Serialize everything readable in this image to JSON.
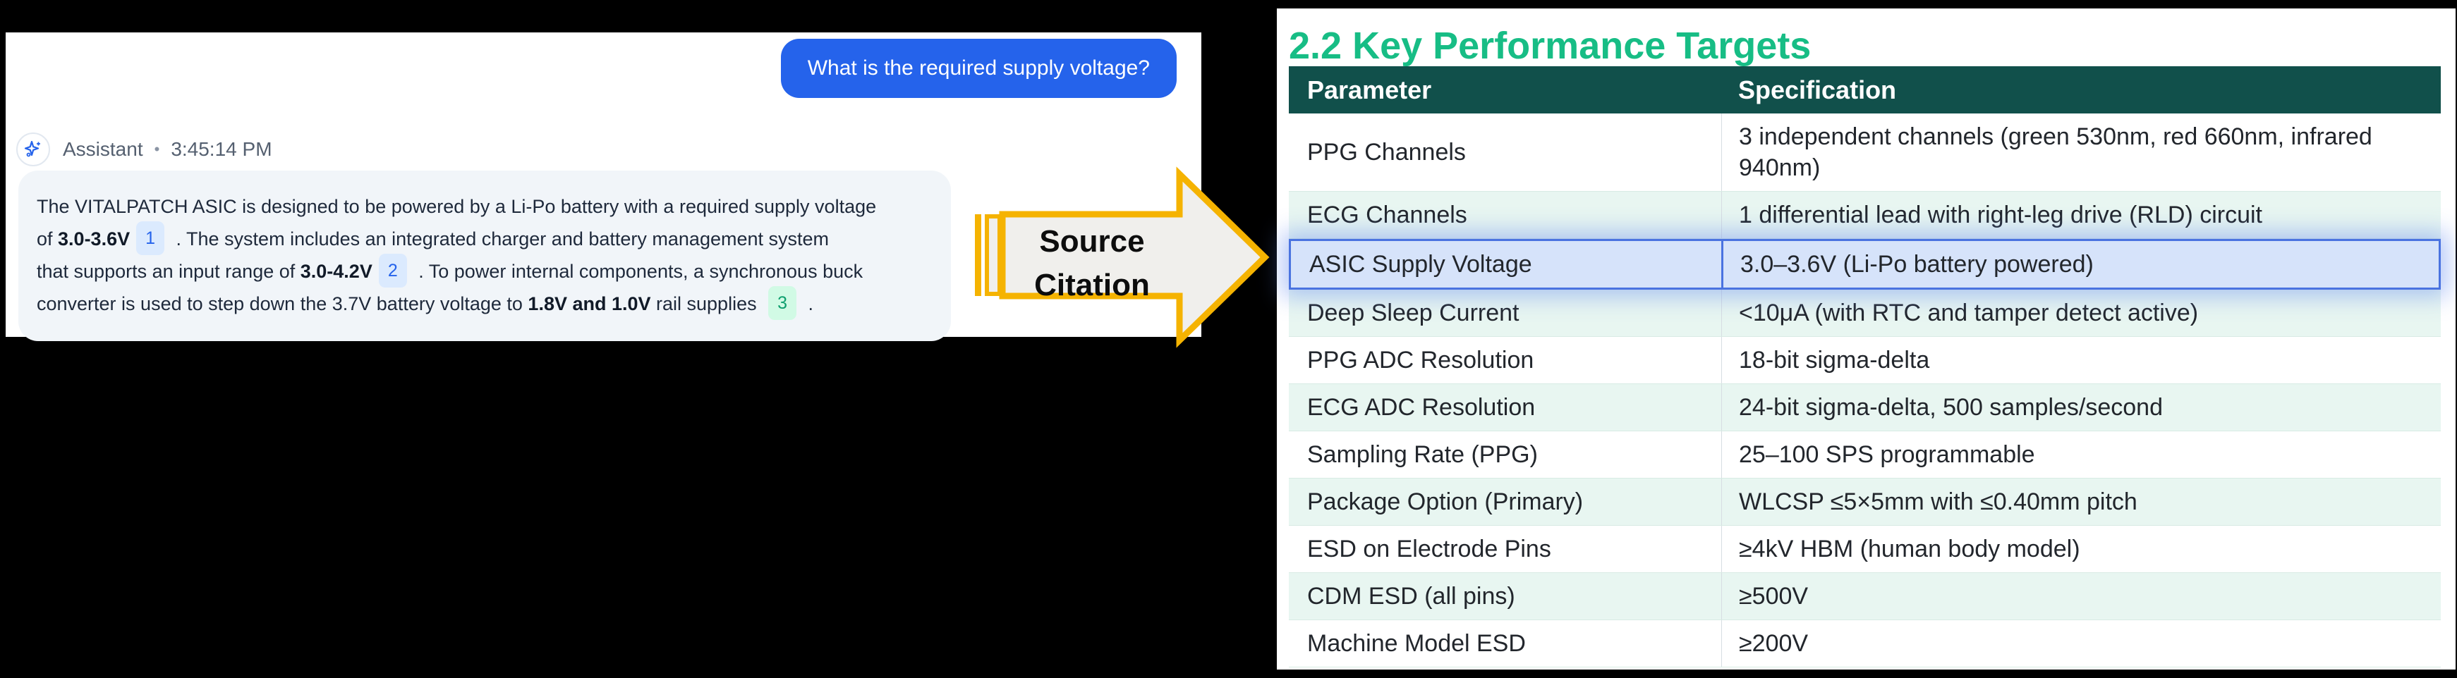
{
  "chat": {
    "user_message": "What is the required supply voltage?",
    "assistant_name": "Assistant",
    "meta_separator": "•",
    "timestamp": "3:45:14 PM",
    "message_lines": [
      [
        {
          "text": "The VITALPATCH ASIC is designed to be powered by a Li-Po battery with a required supply voltage"
        }
      ],
      [
        {
          "text": "of "
        },
        {
          "text": "3.0-3.6V",
          "bold": true
        },
        {
          "badge": "1",
          "color": "blue"
        },
        {
          "text": " . The system includes an integrated charger and battery management system"
        }
      ],
      [
        {
          "text": "that supports an input range of "
        },
        {
          "text": "3.0-4.2V",
          "bold": true
        },
        {
          "badge": "2",
          "color": "blue"
        },
        {
          "text": " . To power internal components, a synchronous buck"
        }
      ],
      [
        {
          "text": "converter is used to step down the 3.7V battery voltage to "
        },
        {
          "text": "1.8V and 1.0V",
          "bold": true
        },
        {
          "text": " rail supplies "
        },
        {
          "badge": "3",
          "color": "green"
        },
        {
          "text": " ."
        }
      ]
    ]
  },
  "arrow": {
    "label_line1": "Source",
    "label_line2": "Citation"
  },
  "document": {
    "section_title": "2.2 Key Performance Targets",
    "table": {
      "columns": [
        "Parameter",
        "Specification"
      ],
      "highlighted_row_index": 2,
      "rows": [
        {
          "parameter": "PPG Channels",
          "specification": "3 independent channels (green 530nm, red 660nm, infrared 940nm)"
        },
        {
          "parameter": "ECG Channels",
          "specification": "1 differential lead with right-leg drive (RLD) circuit"
        },
        {
          "parameter": "ASIC Supply Voltage",
          "specification": "3.0–3.6V (Li-Po battery powered)"
        },
        {
          "parameter": "Deep Sleep Current",
          "specification": "<10μA (with RTC and tamper detect active)"
        },
        {
          "parameter": "PPG ADC Resolution",
          "specification": "18-bit sigma-delta"
        },
        {
          "parameter": "ECG ADC Resolution",
          "specification": "24-bit sigma-delta, 500 samples/second"
        },
        {
          "parameter": "Sampling Rate (PPG)",
          "specification": "25–100 SPS programmable"
        },
        {
          "parameter": "Package Option (Primary)",
          "specification": "WLCSP ≤5×5mm with ≤0.40mm pitch"
        },
        {
          "parameter": "ESD on Electrode Pins",
          "specification": "≥4kV HBM (human body model)"
        },
        {
          "parameter": "CDM ESD (all pins)",
          "specification": "≥500V"
        },
        {
          "parameter": "Machine Model ESD",
          "specification": "≥200V"
        }
      ]
    }
  },
  "colors": {
    "user_bubble": "#2563eb",
    "assistant_bubble": "#f1f5f9",
    "badge_blue_bg": "#dbeafe",
    "badge_blue_text": "#2563eb",
    "badge_green_bg": "#d1fae5",
    "badge_green_text": "#0e9f6e",
    "arrow_gold": "#f5b301",
    "arrow_fill": "#f0efec",
    "title_green": "#17bd85",
    "table_header_bg": "#11504b",
    "row_mint": "#e8f6f1",
    "highlight_bg": "#d6e3fa",
    "highlight_border": "#4a73e0"
  }
}
